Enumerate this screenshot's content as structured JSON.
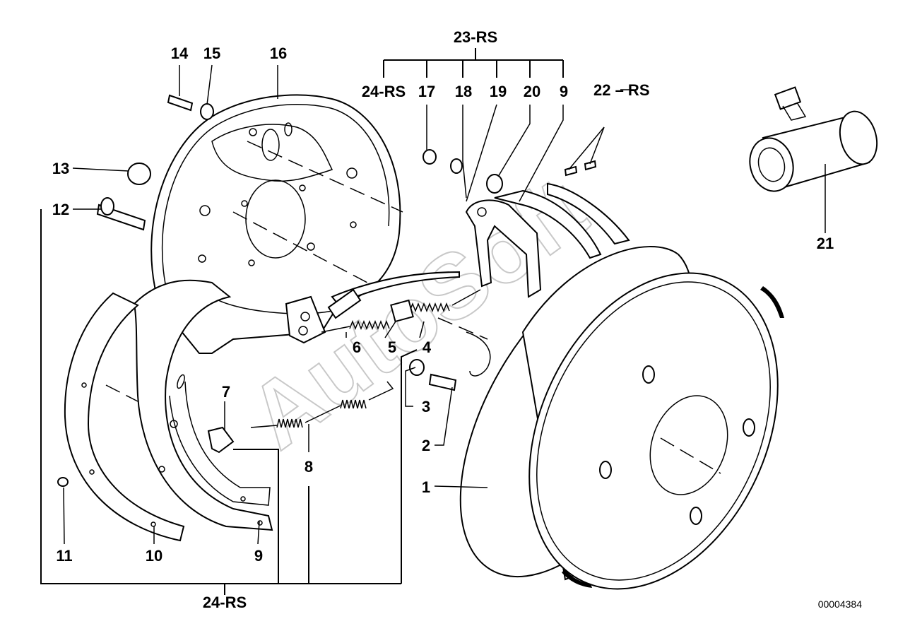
{
  "diagram": {
    "document_number": "00004384",
    "watermark": "AutoSoft",
    "labels": {
      "p1": "1",
      "p2": "2",
      "p3": "3",
      "p4": "4",
      "p5": "5",
      "p6": "6",
      "p7": "7",
      "p8": "8",
      "p9a": "9",
      "p9b": "9",
      "p10": "10",
      "p11": "11",
      "p12": "12",
      "p13": "13",
      "p14": "14",
      "p15": "15",
      "p16": "16",
      "p17": "17",
      "p18": "18",
      "p19": "19",
      "p20": "20",
      "p21": "21",
      "p22": "22 – RS",
      "p23": "23-RS",
      "p24top": "24-RS",
      "p24bottom": "24-RS"
    }
  }
}
